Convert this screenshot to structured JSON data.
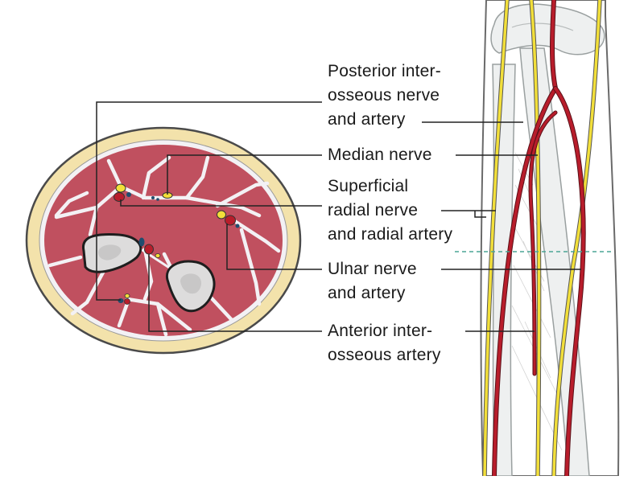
{
  "labels": {
    "posterior_interosseous": [
      "Posterior inter-",
      "osseous nerve",
      "and artery"
    ],
    "median_nerve": [
      "Median nerve"
    ],
    "superficial_radial": [
      "Superficial",
      "radial nerve",
      "and radial artery"
    ],
    "ulnar": [
      "Ulnar nerve",
      "and artery"
    ],
    "anterior_interosseous": [
      "Anterior inter-",
      "osseous artery"
    ]
  },
  "colors": {
    "muscle": "#c0505f",
    "fascia": "#f3f1f4",
    "fat": "#f3e2ab",
    "skin_outline": "#4a4a4a",
    "bone": "#dddcdc",
    "nerve": "#f2df3a",
    "artery": "#b81d2b",
    "vein": "#1f4d6e",
    "leader_line": "#222222",
    "section_marker": "#4aa596"
  }
}
